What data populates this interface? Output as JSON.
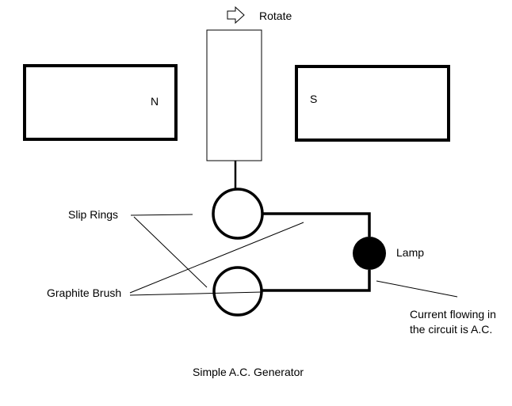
{
  "diagram": {
    "rotate_label": "Rotate",
    "north_pole_label": "N",
    "south_pole_label": "S",
    "slip_rings_label": "Slip Rings",
    "graphite_brush_label": "Graphite Brush",
    "lamp_label": "Lamp",
    "current_note": [
      "Current flowing in",
      "the circuit is A.C."
    ],
    "caption": "Simple A.C. Generator"
  },
  "colors": {
    "ink": "#000000",
    "background": "#ffffff"
  }
}
